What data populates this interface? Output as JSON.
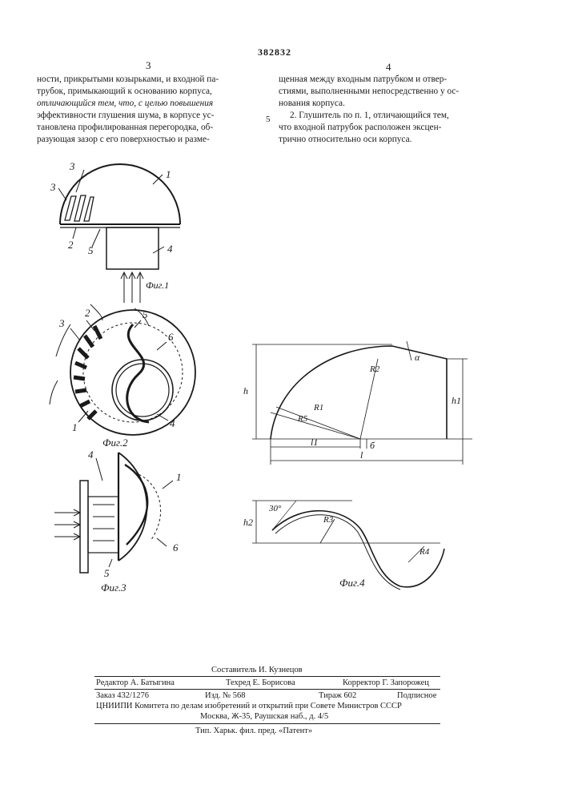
{
  "header": {
    "patent_number": "382832",
    "col_left_number": "3",
    "col_right_number": "4",
    "line_marker": "5"
  },
  "text": {
    "left_col": [
      "ности, прикрытыми козырьками, и входной па-",
      "трубок, примыкающий к основанию корпуса,",
      "отличающийся тем, что, с целью повышения",
      "эффективности глушения шума, в корпусе ус-",
      "тановлена профилированная перегородка, об-",
      "разующая зазор с его поверхностью и разме-"
    ],
    "right_col": [
      "щенная между входным патрубком и отвер-",
      "стиями, выполненными непосредственно у ос-",
      "нования корпуса.",
      "2. Глушитель по п. 1, отличающийся тем,",
      "что входной патрубок расположен эксцен-",
      "трично относительно оси корпуса."
    ]
  },
  "figures": {
    "fig1": {
      "caption": "Фиг.1",
      "labels": [
        "3",
        "3",
        "1",
        "2",
        "5",
        "4"
      ]
    },
    "fig2": {
      "caption": "Фиг.2",
      "labels": [
        "2",
        "3",
        "5",
        "6",
        "1",
        "4"
      ]
    },
    "fig3": {
      "caption": "Фиг.3",
      "labels": [
        "4",
        "1",
        "6",
        "5"
      ]
    },
    "fig4": {
      "caption": "Фиг.4",
      "labels": [
        "h",
        "R2",
        "α",
        "R1",
        "R5",
        "h1",
        "l1",
        "б",
        "l",
        "30°",
        "h2",
        "R3",
        "R4"
      ]
    }
  },
  "footer": {
    "compiler": "Составитель И. Кузнецов",
    "editor": "Редактор А. Батыгина",
    "techred": "Техред Е. Борисова",
    "corrector": "Корректор Г. Запорожец",
    "order": "Заказ 432/1276",
    "edition": "Изд. № 568",
    "circulation": "Тираж 602",
    "subscription": "Подписное",
    "publisher_line1": "ЦНИИПИ Комитета по делам изобретений и открытий при Совете Министров СССР",
    "publisher_line2": "Москва, Ж-35, Раушская наб., д. 4/5",
    "printing": "Тип. Харьк. фил. пред. «Патент»"
  }
}
